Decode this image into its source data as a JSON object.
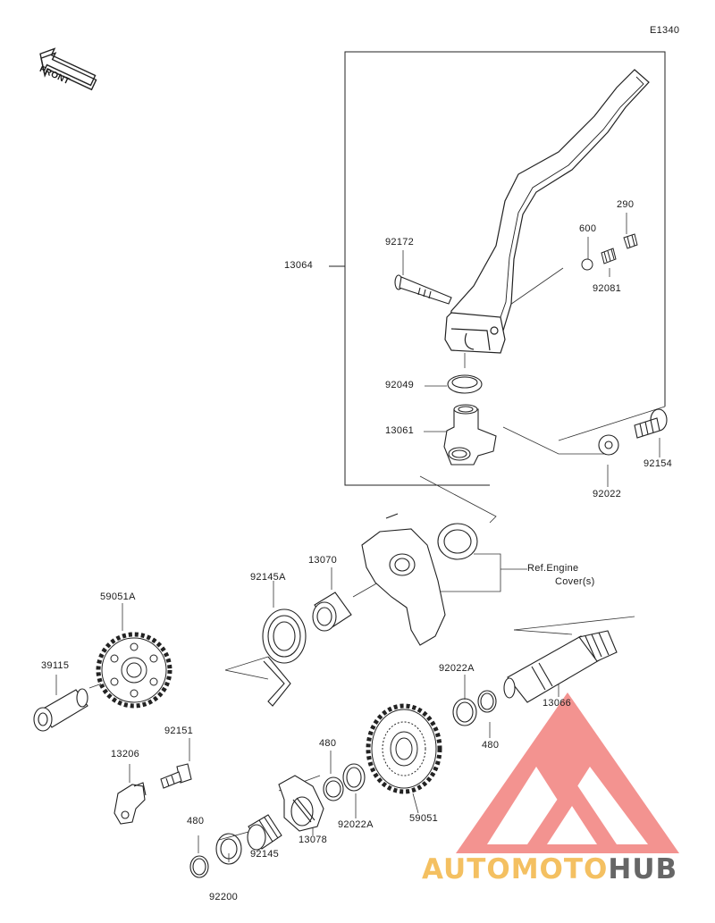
{
  "diagram_code": "E1340",
  "front_label": "FRONT",
  "parts": {
    "p13064": "13064",
    "p92172": "92172",
    "p600": "600",
    "p290": "290",
    "p92081": "92081",
    "p92049": "92049",
    "p13061": "13061",
    "p92022": "92022",
    "p92154": "92154",
    "p13070": "13070",
    "p92145A": "92145A",
    "p59051A": "59051A",
    "p39115": "39115",
    "p92022A_top": "92022A",
    "p13066": "13066",
    "p480_right": "480",
    "p480_mid": "480",
    "p92151": "92151",
    "p13206": "13206",
    "p92022A_bottom": "92022A",
    "p59051": "59051",
    "p480_left": "480",
    "p13078": "13078",
    "p92145": "92145",
    "p92200": "92200"
  },
  "ref_note": {
    "line1": "Ref.Engine",
    "line2": "Cover(s)"
  },
  "watermark": {
    "part1": "AUTOMOTO",
    "part2": "HUB",
    "accent_color": "#f4c061",
    "logo_color": "#ef5350"
  }
}
